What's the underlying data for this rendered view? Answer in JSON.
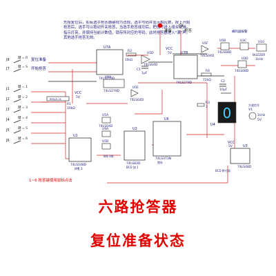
{
  "note": "先按复位后，如有选手抢答器键视为违规，选手号码并显示相应数，按下开始抢答后，选手可以按动开关抢答，当选手抢答成功后，把信号送入组合逻辑，指示灯亮，并保持当前计数值，锁存所对应的号码，此时抢答器进入\"满\"声，其他选手抢答无效。",
  "controls": {
    "reset": "复位准备",
    "start": "开始抢答",
    "ready_led": "准备",
    "answer_led": "抢答"
  },
  "switches": [
    {
      "label": "键 = R"
    },
    {
      "label": "键 = S"
    },
    {
      "label": "键 = 1"
    },
    {
      "label": "键 = 2"
    },
    {
      "label": "键 = 3"
    },
    {
      "label": "键 = 4"
    },
    {
      "label": "键 = 5"
    },
    {
      "label": "键 = 6"
    }
  ],
  "switch_refs": [
    "J8",
    "J7",
    "J1",
    "J2",
    "J3",
    "J4",
    "J5",
    "J6"
  ],
  "components": {
    "u7a": "U7A",
    "u7a_part": "74LS279D",
    "r2": "R2",
    "r2_val": "10kΩ",
    "c1": "C1",
    "c1_val": "1µF",
    "u5d": "U5D",
    "u5d_part": "74LS04D",
    "vcc": "VCC",
    "vcc_val": "5V",
    "u7b": "U7B",
    "u7b_part": "74LS279D",
    "u5f": "U5F",
    "u5f_part": "74LS04D",
    "u5b": "U5B",
    "u5b_part": "74LS08D",
    "u3c": "U3C",
    "u10": "U10",
    "u10_part": "BUZZER",
    "u10_freq": "1kHz",
    "buzzer_note": "蜂鸣器报警",
    "u3d": "U3D",
    "u3d_part": "74LS08D",
    "r4": "R4",
    "r4_val": "72kΩ",
    "c2": "C2",
    "c2_val": "10µF",
    "u8a": "U8A",
    "u8a_part": "74LS279D",
    "u5e": "U5E",
    "u5e_part": "74LS04D",
    "rpack": "RPACK 2k",
    "r1": "R1",
    "r1_val": "10kΩ",
    "u1": "U1",
    "u1_part": "74LS148D",
    "u1_note": "8线 3",
    "u9a": "U9A",
    "u9b": "U5B",
    "u5a": "U5A",
    "u5a_part": "74LS04D",
    "u2": "U2",
    "u2_part": "74LS83D",
    "u6": "U6",
    "u6_part": "74LS373N",
    "u4": "U4",
    "r3": "R3",
    "r3_val": "3",
    "v1": "V1",
    "v1_val": "1kHz",
    "v1_vpp": "5V",
    "u3": "U3",
    "u3_part": "74LS48D",
    "u3_note": "BCD 转七段",
    "bcd_note": "BCD 加 1",
    "latch_note": "锁存",
    "priority_note": "8线-3线",
    "clock_note": "方波信号",
    "display_digit": "0"
  },
  "red_note": "1~6 抢答键使用鼠标点击",
  "title_main": "六路抢答器",
  "title_state": "复位准备状态"
}
